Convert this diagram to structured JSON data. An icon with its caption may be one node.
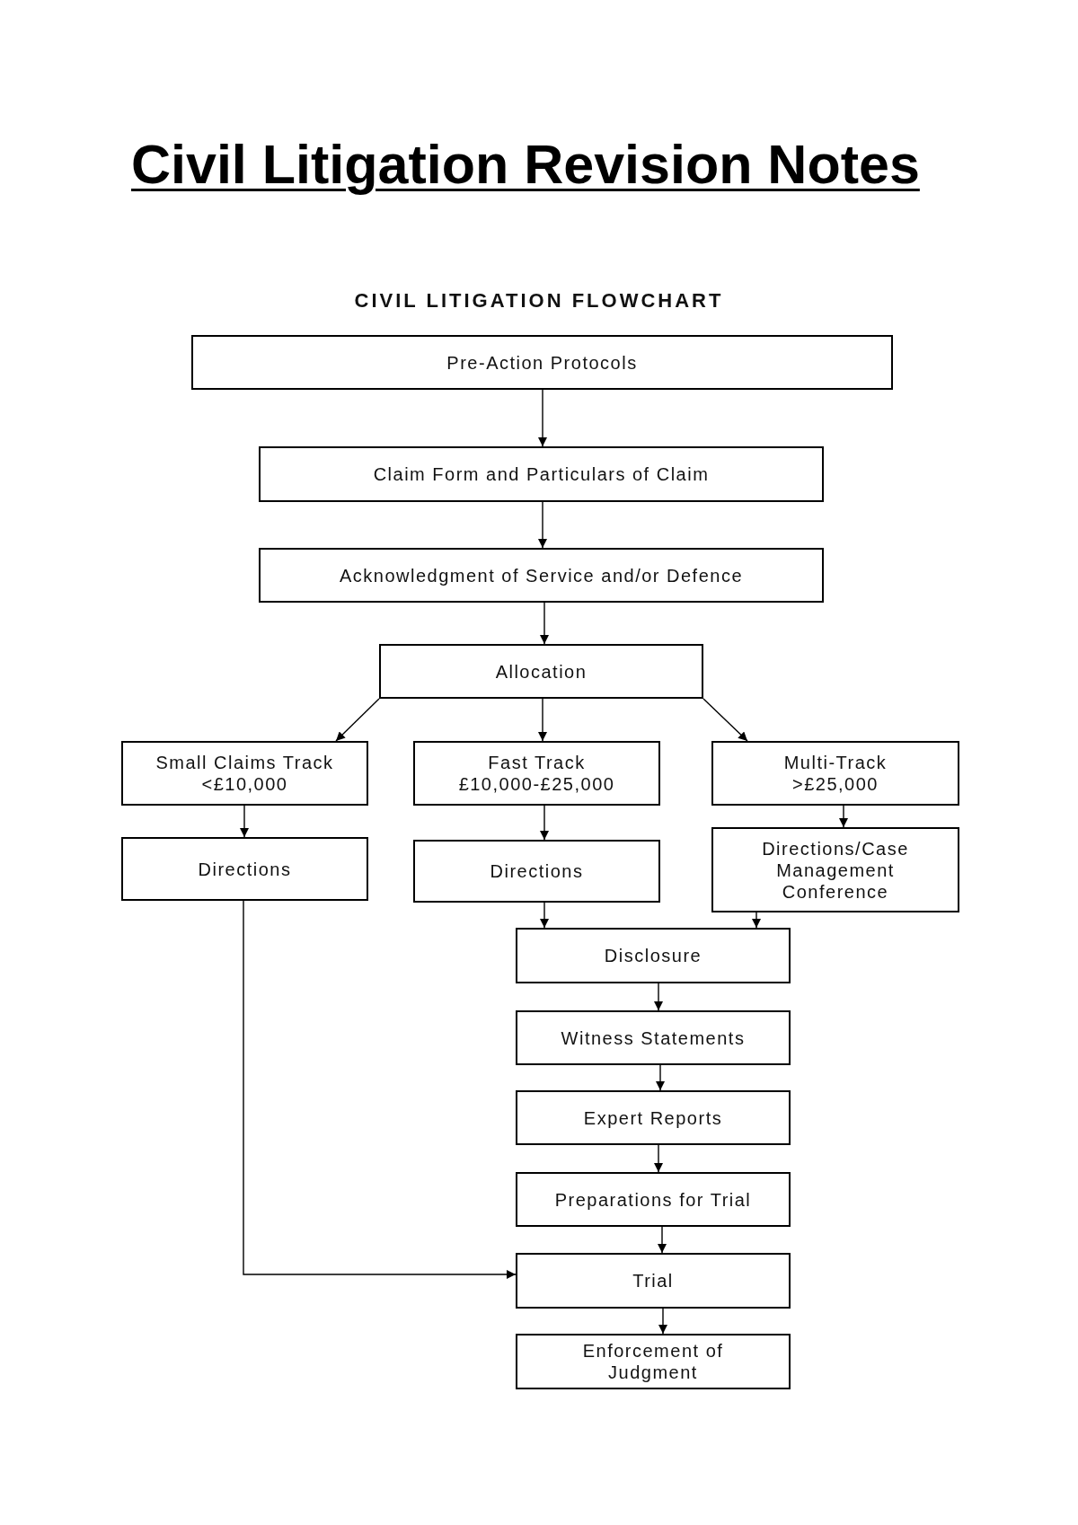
{
  "diagram": {
    "title": "Civil Litigation Revision Notes",
    "nodes": [
      {
        "text": [
          "Pre-Action Protocols"
        ]
      },
      {
        "text": [
          "Claim Form and Particulars of Claim"
        ]
      },
      {
        "text": [
          "Acknowledgment of Service and/or Defence"
        ]
      },
      {
        "text": [
          "Allocation"
        ]
      },
      {
        "text": [
          "Small Claims Track",
          "<£10,000"
        ]
      },
      {
        "text": [
          "Fast Track",
          "£10,000-£25,000"
        ]
      },
      {
        "text": [
          "Multi-Track",
          ">£25,000"
        ]
      },
      {
        "text": [
          "Directions"
        ]
      },
      {
        "text": [
          "Directions"
        ]
      },
      {
        "text": [
          "Directions/Case Management Conference"
        ]
      },
      {
        "text": [
          "Disclosure"
        ]
      },
      {
        "text": [
          "Witness Statements"
        ]
      },
      {
        "text": [
          "Expert Reports"
        ]
      },
      {
        "text": [
          "Preparations for Trial"
        ]
      },
      {
        "text": [
          "Trial"
        ]
      },
      {
        "text": [
          "Enforcement of Judgment"
        ]
      }
    ],
    "edges": [
      {
        "from": 0,
        "to": 1,
        "arrow": "to"
      },
      {
        "from": 1,
        "to": 2,
        "arrow": "to"
      },
      {
        "from": 2,
        "to": 3,
        "arrow": "to"
      },
      {
        "from": 3,
        "to": 4,
        "arrow": "to"
      },
      {
        "from": 3,
        "to": 5,
        "arrow": "to"
      },
      {
        "from": 3,
        "to": 6,
        "arrow": "to"
      },
      {
        "from": 4,
        "to": 7,
        "arrow": "to"
      },
      {
        "from": 5,
        "to": 8,
        "arrow": "to"
      },
      {
        "from": 6,
        "to": 9,
        "arrow": "to"
      },
      {
        "from": 8,
        "to": 10,
        "arrow": "to"
      },
      {
        "from": 9,
        "to": 10,
        "arrow": "to"
      },
      {
        "from": 10,
        "to": 11,
        "arrow": "to"
      },
      {
        "from": 11,
        "to": 12,
        "arrow": "to"
      },
      {
        "from": 12,
        "to": 13,
        "arrow": "to"
      },
      {
        "from": 13,
        "to": 14,
        "arrow": "to"
      },
      {
        "from": 14,
        "to": 15,
        "arrow": "to"
      },
      {
        "from": 7,
        "to": 14,
        "arrow": "to"
      }
    ],
    "labels": [
      "CIVIL LITIGATION FLOWCHART"
    ]
  }
}
